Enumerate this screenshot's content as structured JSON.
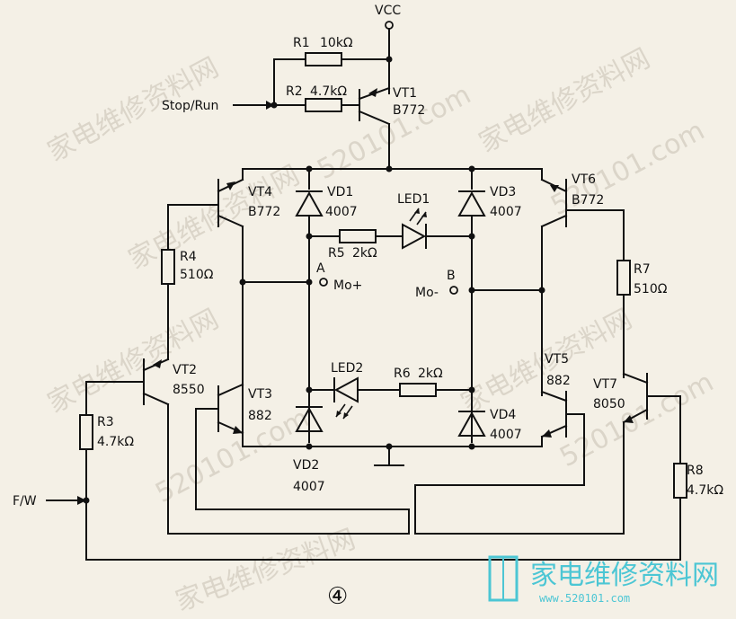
{
  "supply": "VCC",
  "input_stop_run": "Stop/Run",
  "input_fw": "F/W",
  "components": {
    "r1": {
      "ref": "R1",
      "value": "10kΩ"
    },
    "r2": {
      "ref": "R2",
      "value": "4.7kΩ"
    },
    "r3": {
      "ref": "R3",
      "value": "4.7kΩ"
    },
    "r4": {
      "ref": "R4",
      "value": "510Ω"
    },
    "r5": {
      "ref": "R5",
      "value": "2kΩ"
    },
    "r6": {
      "ref": "R6",
      "value": "2kΩ"
    },
    "r7": {
      "ref": "R7",
      "value": "510Ω"
    },
    "r8": {
      "ref": "R8",
      "value": "4.7kΩ"
    },
    "vt1": {
      "ref": "VT1",
      "value": "B772"
    },
    "vt2": {
      "ref": "VT2",
      "value": "8550"
    },
    "vt3": {
      "ref": "VT3",
      "value": "882"
    },
    "vt4": {
      "ref": "VT4",
      "value": "B772"
    },
    "vt5": {
      "ref": "VT5",
      "value": "882"
    },
    "vt6": {
      "ref": "VT6",
      "value": "B772"
    },
    "vt7": {
      "ref": "VT7",
      "value": "8050"
    },
    "vd1": {
      "ref": "VD1",
      "value": "4007"
    },
    "vd2": {
      "ref": "VD2",
      "value": "4007"
    },
    "vd3": {
      "ref": "VD3",
      "value": "4007"
    },
    "vd4": {
      "ref": "VD4",
      "value": "4007"
    },
    "led1": {
      "ref": "LED1"
    },
    "led2": {
      "ref": "LED2"
    }
  },
  "nodes": {
    "a": "A",
    "b": "B",
    "mo_plus": "Mo+",
    "mo_minus": "Mo-"
  },
  "figure_number": "④",
  "watermark_text": "家电维修资料网",
  "watermark_url": "520101.com",
  "logo": {
    "name": "家电维修资料网",
    "url": "www.520101.com"
  }
}
